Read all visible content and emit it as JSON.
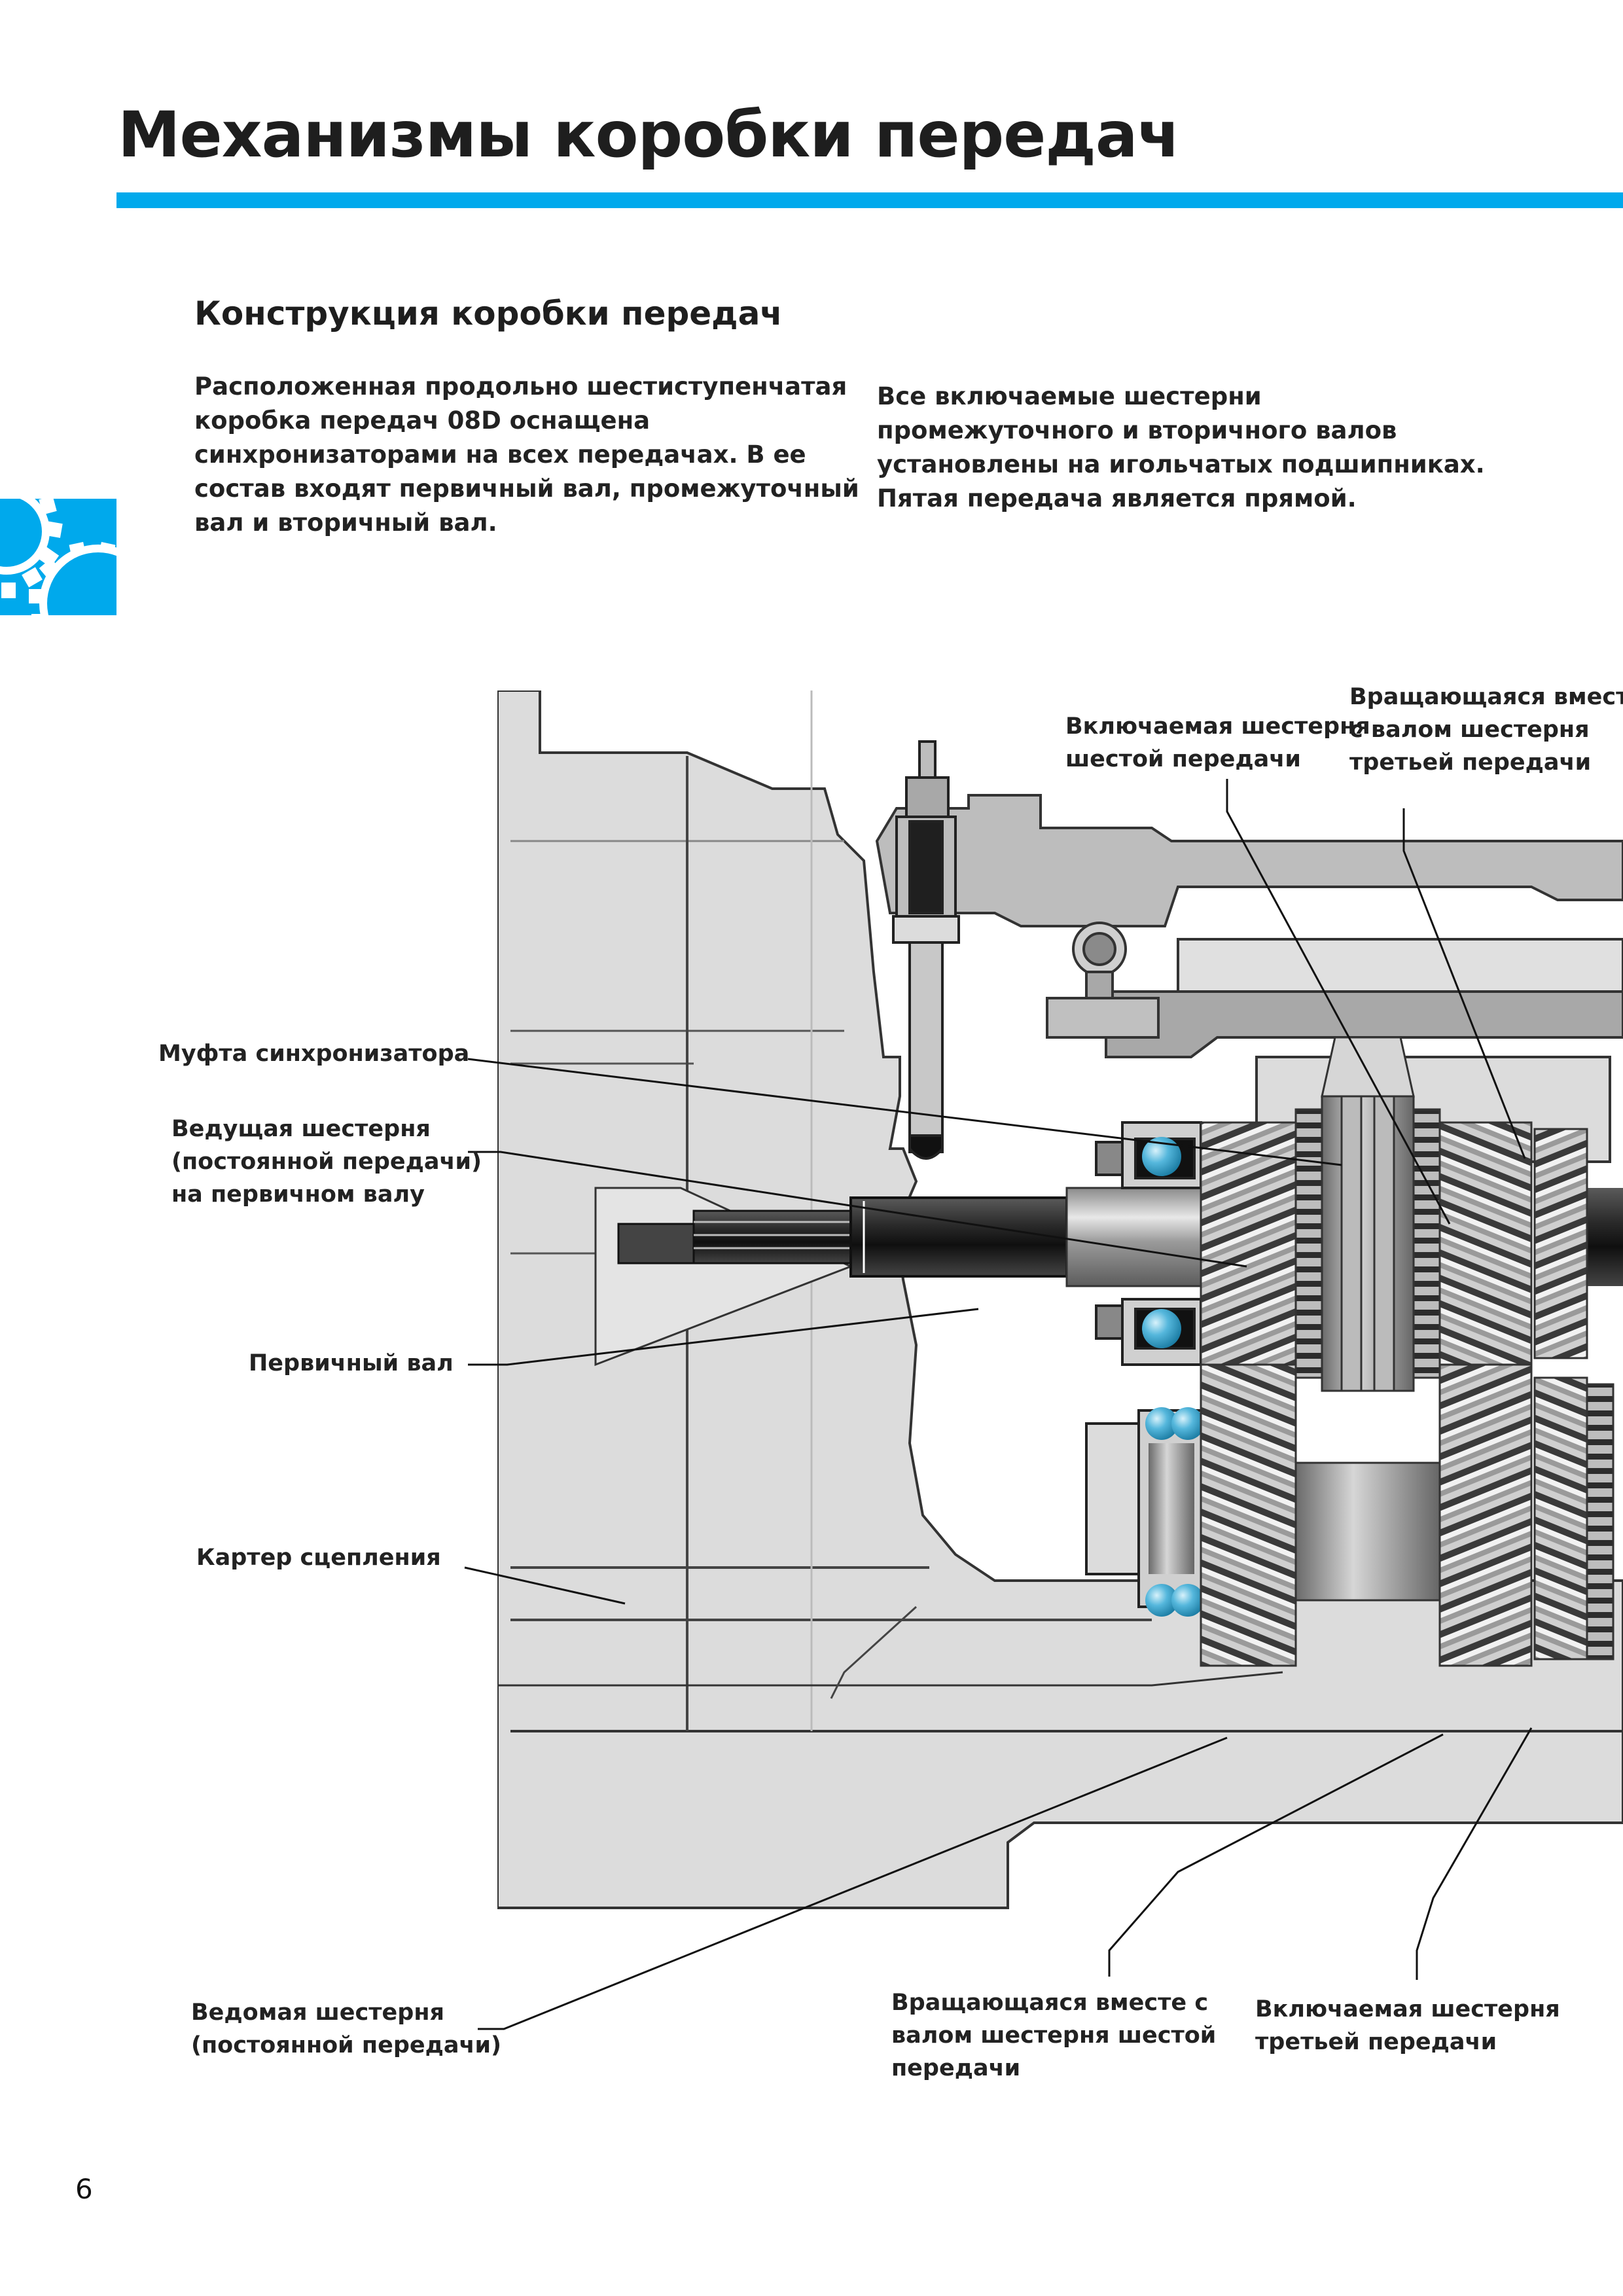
{
  "header": {
    "title": "Механизмы коробки передач",
    "accent_color": "#00a9ec"
  },
  "section": {
    "title": "Конструкция коробки передач",
    "intro_left_lines": [
      "Расположенная продольно шестиступенчатая",
      "коробка передач 08D оснащена",
      "синхронизаторами на всех передачах. В ее",
      "состав входят первичный вал, промежуточный",
      "вал и вторичный вал."
    ],
    "intro_right_lines": [
      "Все включаемые шестерни",
      "промежуточного и вторичного валов",
      "установлены на игольчатых подшипниках.",
      "Пятая передача является прямой."
    ]
  },
  "side_badge": {
    "icon": "gears-icon"
  },
  "diagram": {
    "labels": {
      "sixth_gear_selectable": [
        "Включаемая шестерня",
        "шестой передачи"
      ],
      "third_gear_fixed": [
        "Вращающаяся вместе",
        "с валом шестерня",
        "третьей передачи"
      ],
      "synchronizer_sleeve": [
        "Муфта синхронизатора"
      ],
      "drive_gear_constant": [
        "Ведущая шестерня",
        "(постоянной передачи)",
        "на первичном валу"
      ],
      "input_shaft": [
        "Первичный вал"
      ],
      "clutch_housing": [
        "Картер сцепления"
      ],
      "driven_gear_constant": [
        "Ведомая шестерня",
        "(постоянной передачи)"
      ],
      "sixth_gear_fixed": [
        "Вращающаяся вместе с",
        "валом шестерня шестой",
        "передачи"
      ],
      "third_gear_selectable": [
        "Включаемая шестерня",
        "третьей передачи"
      ]
    },
    "colors": {
      "housing": "#dcdcdc",
      "housing_dark": "#a8a8a8",
      "bearing_ball": "#3fa9d0",
      "shaft_dark": "#1f1f1f"
    }
  },
  "footer": {
    "page_number": "6"
  }
}
